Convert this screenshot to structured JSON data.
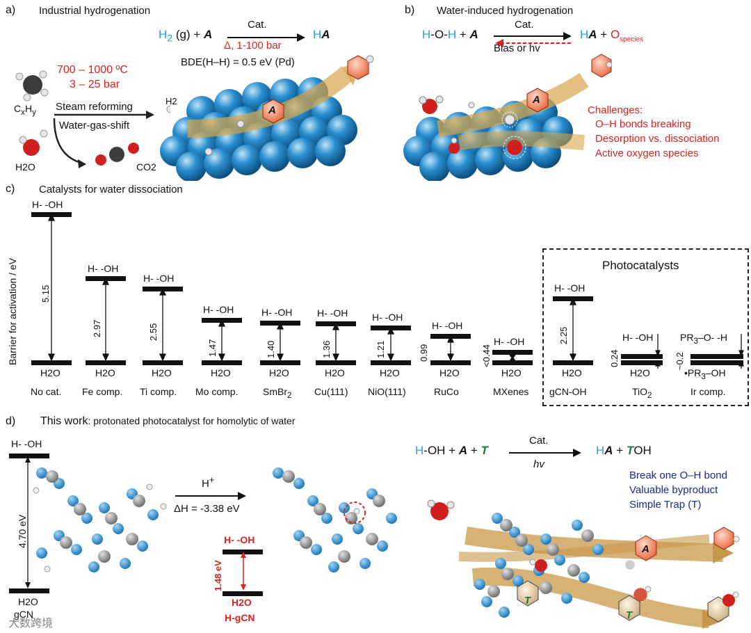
{
  "panel_a": {
    "label": "a)",
    "title": "Industrial hydrogenation",
    "temperature": "700 – 1000 ºC",
    "pressure": "3 – 25 bar",
    "reactant_hydrocarbon": "C",
    "reactant_hydrocarbon_x": "x",
    "reactant_hydrocarbon_H": "H",
    "reactant_hydrocarbon_y": "y",
    "reactant_water": "H2O",
    "product_co2": "CO2",
    "h2_label": "H2",
    "steam_reforming": "Steam reforming",
    "water_gas_shift": "Water-gas-shift",
    "eq_h": "H",
    "eq_sub2": "2",
    "eq_g": " (g) + ",
    "eq_A": "A",
    "eq_product_h": "H",
    "eq_product_A": "A",
    "cat_label": "Cat.",
    "conditions": "Δ, 1-100 bar",
    "bde": "BDE(H–H) = 0.5 eV (Pd)",
    "molecule_A": "A"
  },
  "panel_b": {
    "label": "b)",
    "title": "Water-induced hydrogenation",
    "eq_left_1": "H",
    "eq_left_2": "-O-",
    "eq_left_3": "H",
    "eq_plus1": " + ",
    "eq_A": "A",
    "eq_product_h": "H",
    "eq_product_A": "A",
    "eq_plus2": " + ",
    "eq_O": "O",
    "eq_species": "species",
    "cat_label": "Cat.",
    "bias_label": "Bias or hv",
    "molecule_A": "A",
    "challenges_title": "Challenges:",
    "challenges": [
      "O–H bonds breaking",
      "Desorption vs. dissociation",
      "Active oxygen species"
    ]
  },
  "panel_c": {
    "label": "c)",
    "title": "Catalysts for water dissociation",
    "y_axis_label": "Barrier for activation / eV",
    "box_title": "Photocatalysts",
    "top_label": "H- -OH",
    "bottom_label": "H2O",
    "catalysts": [
      {
        "name": "No cat.",
        "value": "5.15"
      },
      {
        "name": "Fe comp.",
        "value": "2.97"
      },
      {
        "name": "Ti comp.",
        "value": "2.55"
      },
      {
        "name": "Mo comp.",
        "value": "1.47"
      },
      {
        "name": "SmBr2",
        "value": "1.40"
      },
      {
        "name": "Cu(111)",
        "value": "1.36"
      },
      {
        "name": "NiO(111)",
        "value": "1.21"
      },
      {
        "name": "RuCo",
        "value": "0.99"
      },
      {
        "name": "MXenes",
        "value": "<0.44"
      },
      {
        "name": "gCN-OH",
        "value": "2.25"
      },
      {
        "name": "TiO2",
        "value": "0.24"
      },
      {
        "name": "Ir comp.",
        "value": "~0.2"
      }
    ],
    "ir_top_label": "PR3–O- -H",
    "ir_bottom_label": "•PR3–OH"
  },
  "panel_d": {
    "label": "d)",
    "title_this_work": "This work",
    "title_rest": ": protonated photocatalyst for homolytic of water",
    "top_label": "H- -OH",
    "barrier": "4.70 eV",
    "bottom_label": "H2O",
    "catalyst": "gCN",
    "h_plus": "H+",
    "delta_h": "ΔH = -3.38 eV",
    "inset_top": "H- -OH",
    "inset_barrier": "1.48 eV",
    "inset_bottom": "H2O",
    "inset_catalyst": "H-gCN",
    "eq_h1": "H",
    "eq_oh": "-OH + ",
    "eq_A": "A",
    "eq_plus": " + ",
    "eq_T": "T",
    "eq_product_h": "H",
    "eq_product_A": "A",
    "eq_plus2": " + ",
    "eq_T2": "T",
    "eq_OH": "OH",
    "cat_label": "Cat.",
    "hv_label": "hv",
    "features": [
      "Break one O–H bond",
      "Valuable byproduct",
      "Simple Trap (T)"
    ],
    "molecule_A": "A",
    "molecule_T": "T"
  },
  "watermark": "大数跨境",
  "colors": {
    "accent_red": "#d9231f",
    "accent_blue": "#2a9fd6",
    "navy": "#1c2a8c",
    "sphere_blue": "#2a8fcf",
    "arrow_gold": "#d9a54a"
  }
}
